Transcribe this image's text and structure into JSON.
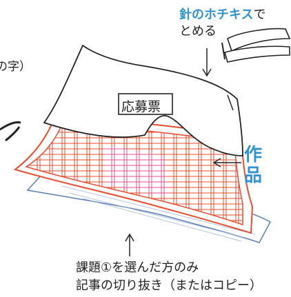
{
  "cut_text": "の字）",
  "stapler_label_blue": "針のホチキス",
  "stapler_label_suffix": "で",
  "stapler_label_line2": "とめる",
  "form_label": "応募票",
  "work_label_line1": "作",
  "work_label_line2": "品",
  "clipping_line1": "課題①を選んだ方のみ",
  "clipping_line2": "記事の切り抜き（またはコピー）",
  "colors": {
    "accent_blue": "#2f93d1",
    "manuscript_red": "#e74c2e",
    "manuscript_pink": "#ea4f9b",
    "ink": "#222222"
  }
}
